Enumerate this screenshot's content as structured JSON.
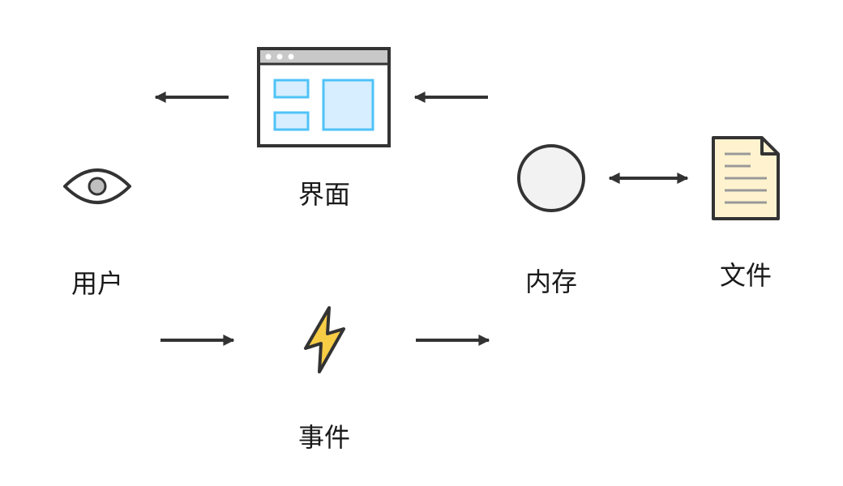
{
  "nodes": {
    "user": {
      "label": "用户",
      "icon": "eye-icon"
    },
    "ui": {
      "label": "界面",
      "icon": "browser-window-icon"
    },
    "event": {
      "label": "事件",
      "icon": "lightning-bolt-icon"
    },
    "memory": {
      "label": "内存",
      "icon": "circle-icon"
    },
    "file": {
      "label": "文件",
      "icon": "document-icon"
    }
  },
  "colors": {
    "stroke": "#333333",
    "panel_fill": "#d6eeff",
    "panel_stroke": "#4fc3f7",
    "titlebar": "#c8c8c8",
    "circle_fill": "#f2f2f2",
    "eye_pupil": "#bfbfbf",
    "bolt_fill": "#f7cd46",
    "doc_fill": "#fff3cf",
    "doc_lines": "#999999"
  }
}
